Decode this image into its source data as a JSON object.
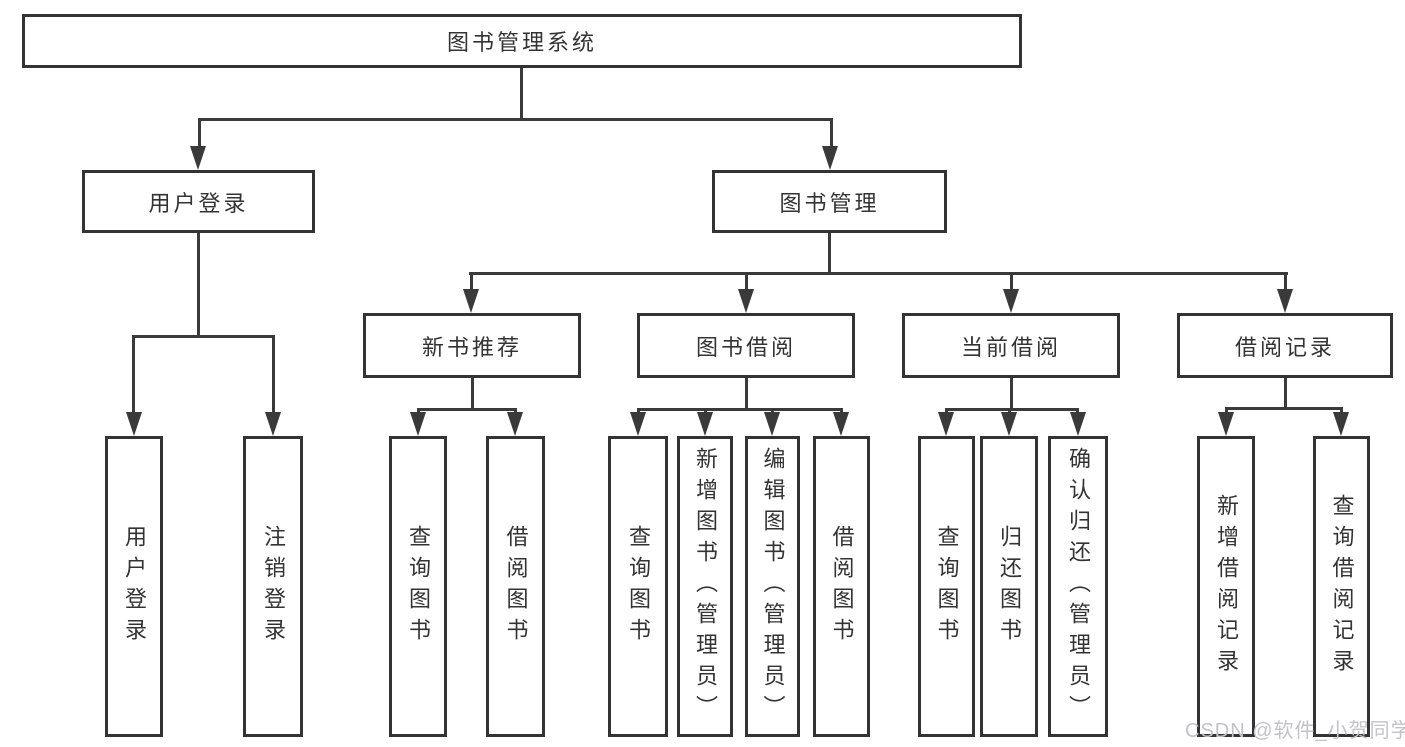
{
  "colors": {
    "line": "#3a3a3a",
    "box_border": "#333333",
    "text": "#333333",
    "watermark": "#c3c3c7",
    "background": "#ffffff"
  },
  "watermark": {
    "text": "CSDN @软件_小贺同学"
  },
  "tree": {
    "root": {
      "label": "图书管理系统"
    },
    "children": [
      {
        "label": "用户登录",
        "children": [
          {
            "label": "用户登录"
          },
          {
            "label": "注销登录"
          }
        ]
      },
      {
        "label": "图书管理",
        "children": [
          {
            "label": "新书推荐",
            "children": [
              {
                "label": "查询图书"
              },
              {
                "label": "借阅图书"
              }
            ]
          },
          {
            "label": "图书借阅",
            "children": [
              {
                "label": "查询图书"
              },
              {
                "label": "新增图书（管理员）"
              },
              {
                "label": "编辑图书（管理员）"
              },
              {
                "label": "借阅图书"
              }
            ]
          },
          {
            "label": "当前借阅",
            "children": [
              {
                "label": "查询图书"
              },
              {
                "label": "归还图书"
              },
              {
                "label": "确认归还（管理员）"
              }
            ]
          },
          {
            "label": "借阅记录",
            "children": [
              {
                "label": "新增借阅记录"
              },
              {
                "label": "查询借阅记录"
              }
            ]
          }
        ]
      }
    ]
  }
}
